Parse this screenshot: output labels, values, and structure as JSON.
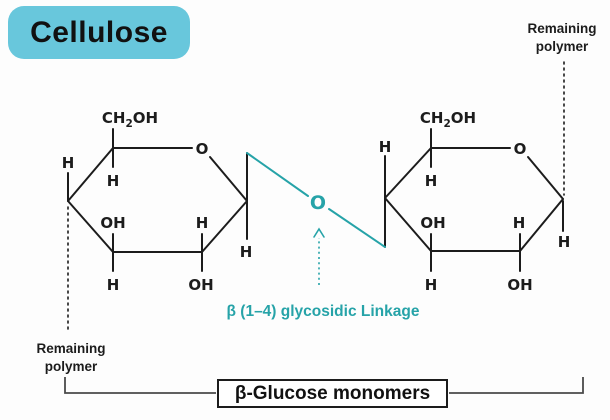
{
  "title": "Cellulose",
  "colors": {
    "title_background": "#68c7dc",
    "linkage_teal": "#26a3a8",
    "bond_black": "#1c1c1c",
    "bracket_gray": "#4a4a4a",
    "background": "#fdfdfd"
  },
  "atom_labels": {
    "hydrogen": "H",
    "hydroxyl": "OH",
    "oxygen": "O",
    "ch2oh_prefix": "CH",
    "ch2oh_sub": "2",
    "ch2oh_suffix": "OH"
  },
  "linkage": {
    "oxygen": "O",
    "label": "β (1–4) glycosidic Linkage"
  },
  "annotations": {
    "remaining_polymer_line1": "Remaining",
    "remaining_polymer_line2": "polymer",
    "monomers_label": "β-Glucose monomers"
  }
}
